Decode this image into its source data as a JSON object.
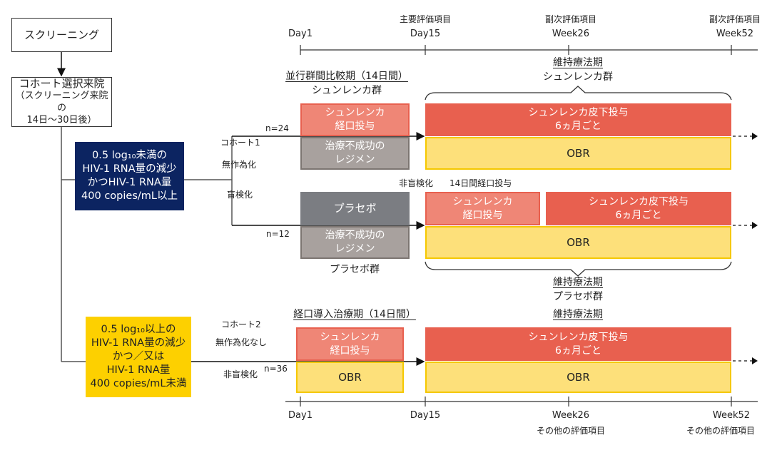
{
  "colors": {
    "navy": "#0c2461",
    "yellow": "#fdd000",
    "red": "#e8604f",
    "salmon": "#ef8676",
    "gray": "#a8a19e",
    "dark_gray": "#7b7d82",
    "obr_yellow": "#fde07a"
  },
  "flow": {
    "screening": "スクリーニング",
    "cohort_visit": "コホート選択来院",
    "cohort_visit_note1": "（スクリーニング来院の",
    "cohort_visit_note2": "14日〜30日後）"
  },
  "cohort1_criteria": [
    "0.5 log₁₀未満の",
    "HIV-1 RNA量の減少",
    "かつHIV-1 RNA量",
    "400 copies/mL以上"
  ],
  "cohort2_criteria": [
    "0.5 log₁₀以上の",
    "HIV-1 RNA量の減少",
    "かつ／又は",
    "HIV-1 RNA量",
    "400 copies/mL未満"
  ],
  "labels": {
    "cohort1": "コホート1",
    "randomized": "無作為化",
    "blinded": "盲検化",
    "n1": "n=24",
    "n2": "n=12",
    "open_label": "非盲検化",
    "oral14": "14日間経口投与",
    "cohort2": "コホート2",
    "not_randomized": "無作為化なし",
    "open_label2": "非盲検化",
    "n3": "n=36"
  },
  "top_axis": {
    "ticks": [
      {
        "over": "",
        "label": "Day1"
      },
      {
        "over": "主要評価項目",
        "label": "Day15"
      },
      {
        "over": "副次評価項目",
        "label": "Week26"
      },
      {
        "over": "副次評価項目",
        "label": "Week52"
      }
    ]
  },
  "bottom_axis": {
    "ticks": [
      {
        "label": "Day1",
        "under": ""
      },
      {
        "label": "Day15",
        "under": ""
      },
      {
        "label": "Week26",
        "under": "その他の評価項目"
      },
      {
        "label": "Week52",
        "under": "その他の評価項目"
      }
    ]
  },
  "periods": {
    "parallel": "並行群間比較期（14日間）",
    "sunlenca_group": "シュンレンカ群",
    "maintenance": "維持療法期",
    "maintenance_sunlenca": "シュンレンカ群",
    "placebo_group": "プラセボ群",
    "maintenance2": "維持療法期",
    "maintenance_placebo": "プラセボ群",
    "oral_lead": "経口導入治療期（14日間）",
    "maintenance3": "維持療法期"
  },
  "boxes": {
    "oral_sunlenca": [
      "シュンレンカ",
      "経口投与"
    ],
    "failing_regimen": [
      "治療不成功の",
      "レジメン"
    ],
    "sc_sunlenca": [
      "シュンレンカ皮下投与",
      "6ヵ月ごと"
    ],
    "obr": "OBR",
    "placebo": "プラセボ"
  }
}
